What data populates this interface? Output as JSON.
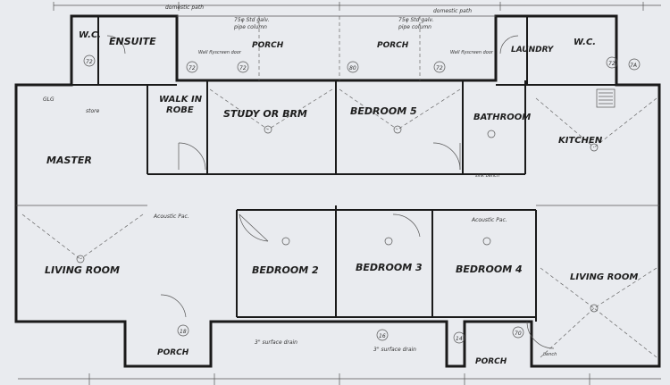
{
  "rooms": {
    "wc_left": "W.C.",
    "ensuite": "ENSUITE",
    "porch_top_left": "PORCH",
    "porch_top_right": "PORCH",
    "laundry": "LAUNDRY",
    "wc_right": "W.C.",
    "walk_in_robe_1": "WALK IN",
    "walk_in_robe_2": "ROBE",
    "study": "STUDY OR BRM",
    "bedroom5": "BEDROOM 5",
    "bathroom": "BATHROOM",
    "master": "MASTER",
    "kitchen": "KITCHEN",
    "living_left": "LIVING ROOM",
    "bedroom2": "BEDROOM 2",
    "bedroom3": "BEDROOM 3",
    "bedroom4": "BEDROOM 4",
    "living_right": "LIVING ROOM",
    "porch_bottom_left": "PORCH",
    "porch_bottom_right": "PORCH"
  },
  "notes": {
    "domestic_left": "domestic path",
    "domestic_right": "domestic path",
    "pipe_left_1": "75φ Std galv.",
    "pipe_left_2": "pipe column",
    "pipe_right_1": "75φ Std galv.",
    "pipe_right_2": "pipe column",
    "wall_flyscreen_left": "Wall flyscreen door",
    "wall_flyscreen_right": "Wall flyscreen door",
    "surface_drain_left": "3\" surface drain",
    "surface_drain_right": "3\" surface drain",
    "acoustic_left": "Acoustic Pac.",
    "acoustic_right": "Acoustic Pac.",
    "store": "store",
    "glg": "GLG",
    "sink_bench": "sink bench",
    "bench": "bench"
  },
  "markers": {
    "m1": "72",
    "m2": "72",
    "m3": "80",
    "m4": "72",
    "m5": "72",
    "m6": "7A",
    "m7": "72",
    "m8": "18",
    "m9": "16",
    "m10": "14",
    "m11": "70"
  }
}
